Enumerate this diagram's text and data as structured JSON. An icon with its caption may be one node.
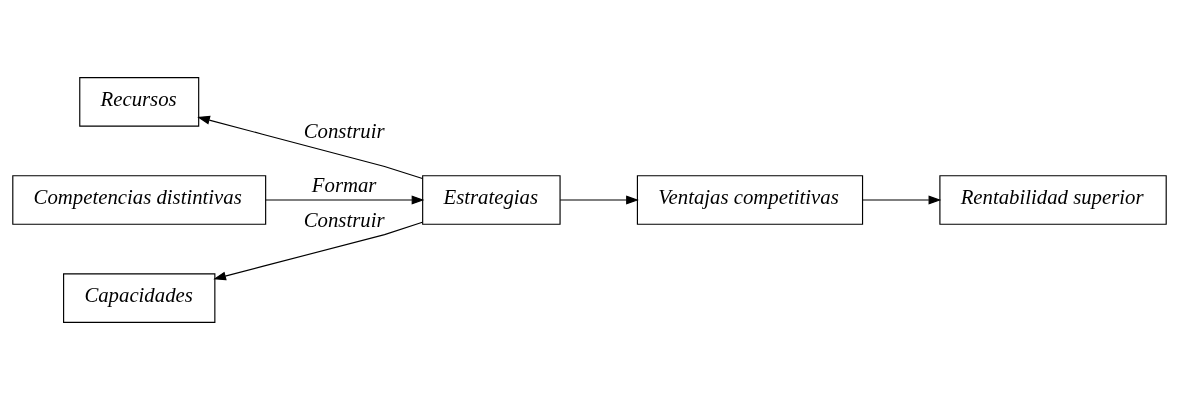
{
  "diagram": {
    "nodes": [
      {
        "text": [
          "Recursos"
        ]
      },
      {
        "text": [
          "Competencias distintivas"
        ]
      },
      {
        "text": [
          "Estrategias"
        ]
      },
      {
        "text": [
          "Ventajas competitivas"
        ]
      },
      {
        "text": [
          "Rentabilidad superior"
        ]
      },
      {
        "text": [
          "Capacidades"
        ]
      }
    ],
    "edges": [
      {
        "from": 2,
        "to": 0,
        "arrow": "to",
        "label": "Construir"
      },
      {
        "from": 1,
        "to": 2,
        "arrow": "to",
        "label": "Formar"
      },
      {
        "from": 2,
        "to": 3,
        "arrow": "to"
      },
      {
        "from": 3,
        "to": 4,
        "arrow": "to"
      },
      {
        "from": 2,
        "to": 5,
        "arrow": "to",
        "label": "Construir"
      }
    ]
  }
}
